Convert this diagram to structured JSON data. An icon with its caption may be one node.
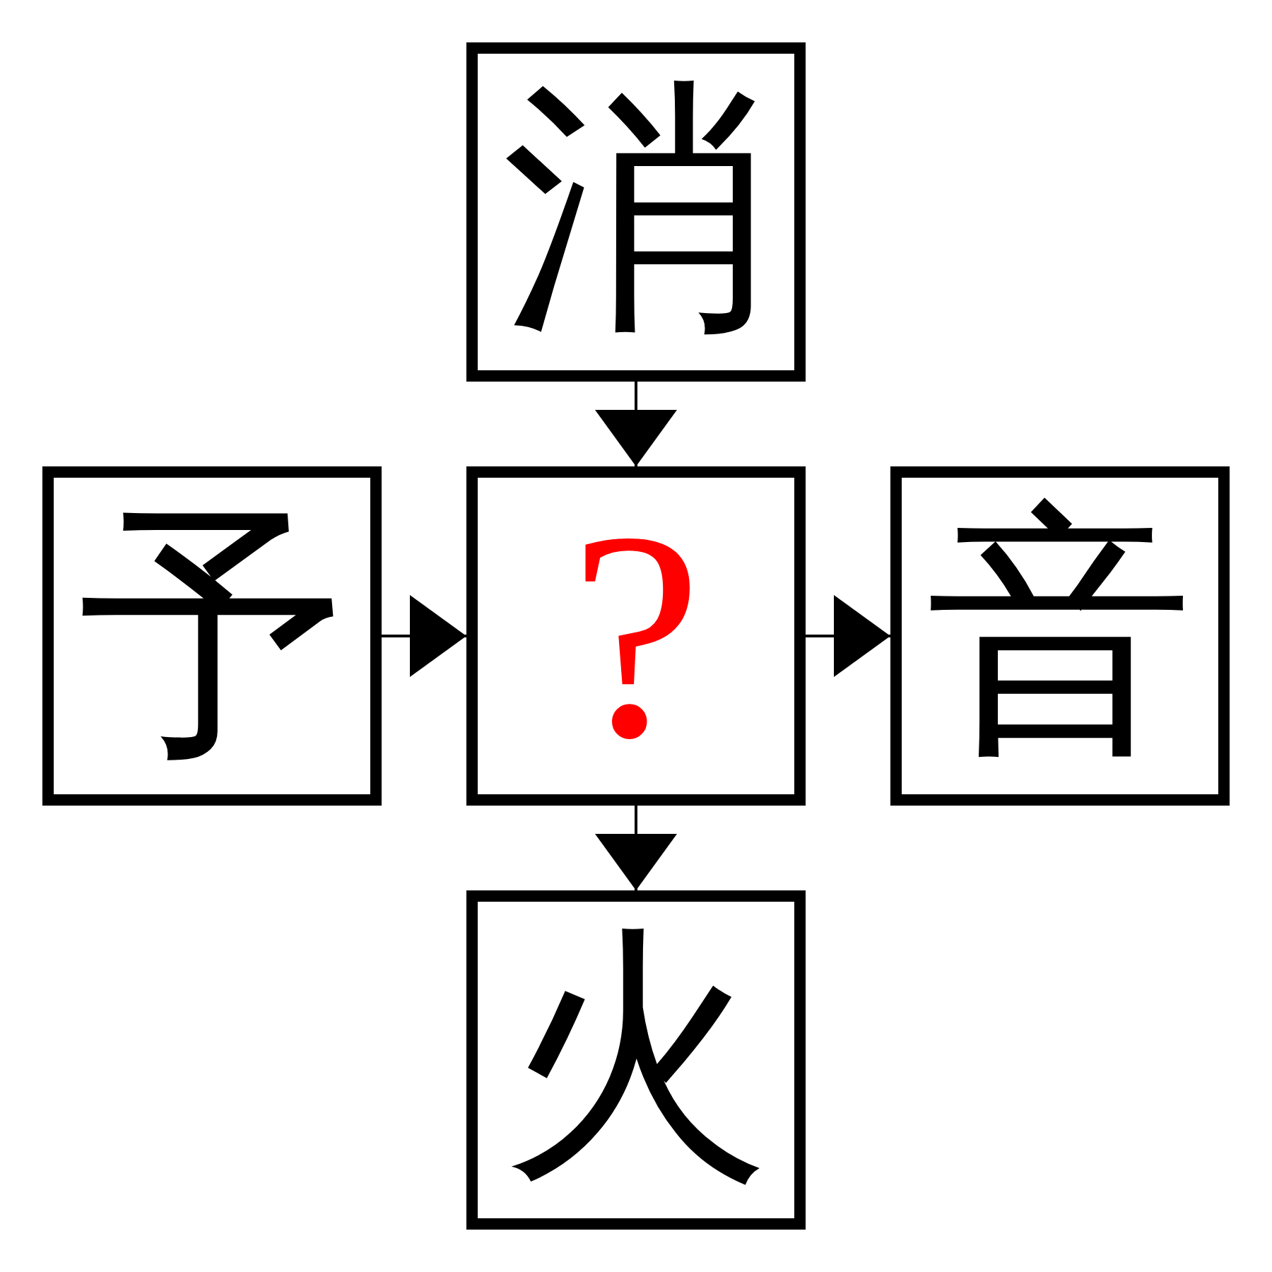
{
  "diagram": {
    "nodes": [
      {
        "text": [
          "消"
        ]
      },
      {
        "text": [
          "予"
        ]
      },
      {
        "text": [
          "?"
        ]
      },
      {
        "text": [
          "音"
        ]
      },
      {
        "text": [
          "火"
        ]
      }
    ],
    "edges": [
      {
        "from": 0,
        "to": 2,
        "arrow": "to"
      },
      {
        "from": 1,
        "to": 2,
        "arrow": "to"
      },
      {
        "from": 2,
        "to": 3,
        "arrow": "to"
      },
      {
        "from": 2,
        "to": 4,
        "arrow": "to"
      }
    ]
  }
}
